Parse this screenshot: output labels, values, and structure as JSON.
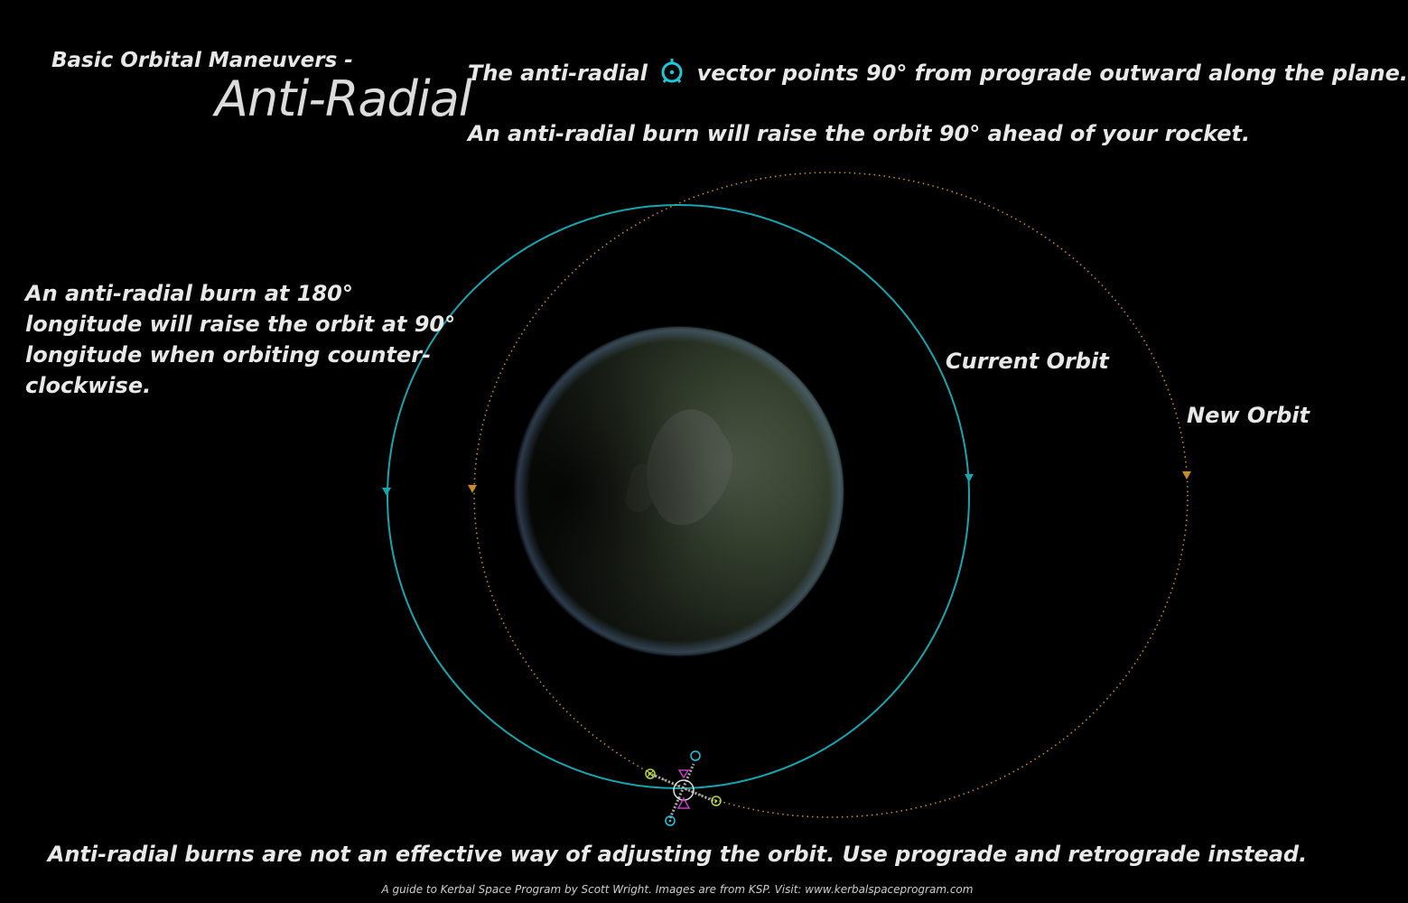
{
  "header": {
    "subtitle": "Basic Orbital Maneuvers -",
    "title": "Anti-Radial"
  },
  "description": {
    "line1_before": "The anti-radial",
    "line1_icon": "anti-radial-marker-icon",
    "line1_after": "vector points 90° from prograde outward along the plane.",
    "line2": "An anti-radial burn will raise the orbit 90° ahead of your rocket."
  },
  "side_note": "An anti-radial burn at 180° longitude will raise the orbit at 90° longitude when orbiting counter-clockwise.",
  "labels": {
    "current_orbit": "Current Orbit",
    "new_orbit": "New Orbit"
  },
  "footer_note": "Anti-radial burns are not an effective way of adjusting the orbit.  Use prograde and retrograde instead.",
  "credit": "A guide to Kerbal Space Program by Scott Wright.  Images are from KSP.  Visit:  www.kerbalspaceprogram.com",
  "colors": {
    "background": "#000000",
    "current_orbit": "#17a6b0",
    "new_orbit": "#c98a2a",
    "anti_radial_marker": "#1ec8d8",
    "prograde_marker": "#b8d838",
    "normal_marker": "#c83cc8",
    "text": "#e8e8e8"
  },
  "icons": [
    "planet-kerbin",
    "ship-navball-markers",
    "apsis-markers"
  ]
}
